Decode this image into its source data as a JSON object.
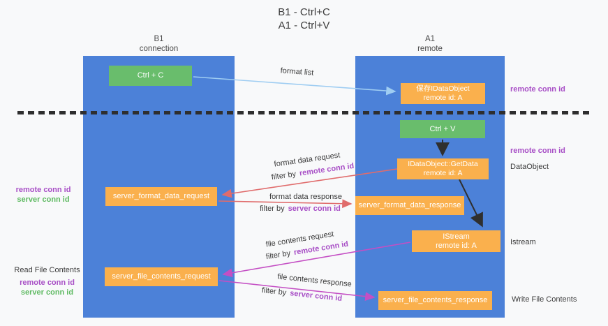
{
  "title": {
    "line1": "B1 - Ctrl+C",
    "line2": "A1 - Ctrl+V"
  },
  "lanes": {
    "left": {
      "header1": "B1",
      "header2": "connection"
    },
    "right": {
      "header1": "A1",
      "header2": "remote"
    }
  },
  "boxes": {
    "ctrl_c": {
      "label": "Ctrl + C"
    },
    "ctrl_v": {
      "label": "Ctrl + V"
    },
    "save_dataobject": {
      "line1": "保存IDataObject",
      "line2": "remote id: A"
    },
    "getdata": {
      "line1": "IDataObject::GetData",
      "line2": "remote id: A"
    },
    "istream": {
      "line1": "IStream",
      "line2": "remote id: A"
    },
    "format_request": {
      "label": "server_format_data_request"
    },
    "format_response": {
      "label": "server_format_data_response"
    },
    "file_request": {
      "label": "server_file_contents_request"
    },
    "file_response": {
      "label": "server_file_contents_response"
    }
  },
  "side_labels": {
    "right_remote_conn_top": "remote conn id",
    "right_remote_conn_mid": "remote conn id",
    "dataobject": "DataObject",
    "istream": "Istream",
    "write_file_contents": "Write File Contents",
    "left_remote_conn_top": "remote conn id",
    "left_server_conn_top": "server conn id",
    "read_file_contents": "Read File Contents",
    "left_remote_conn_bottom": "remote conn id",
    "left_server_conn_bottom": "server conn id"
  },
  "arrow_labels": {
    "format_list": "format list",
    "format_data_request": "format data request",
    "filter_remote_1": {
      "prefix": "filter by",
      "key": "remote conn id"
    },
    "format_data_response": "format data response",
    "filter_server_1": {
      "prefix": "filter by",
      "key": "server conn id"
    },
    "file_contents_request": "file contents request",
    "filter_remote_2": {
      "prefix": "filter by",
      "key": "remote conn id"
    },
    "file_contents_response": "file contents response",
    "filter_server_2": {
      "prefix": "filter by",
      "key": "server conn id"
    }
  },
  "colors": {
    "lane_blue": "#4c81d8",
    "box_green": "#69bd6c",
    "box_orange": "#fab04d",
    "arrow_light_blue": "#9fcdf2",
    "arrow_red": "#e06c6c",
    "arrow_magenta": "#c44fc4",
    "arrow_black": "#2f2f2f",
    "label_purple": "#a84fc6",
    "label_green": "#5fba62",
    "divider_black": "#2e2e2e",
    "background": "#f8f9fa"
  }
}
